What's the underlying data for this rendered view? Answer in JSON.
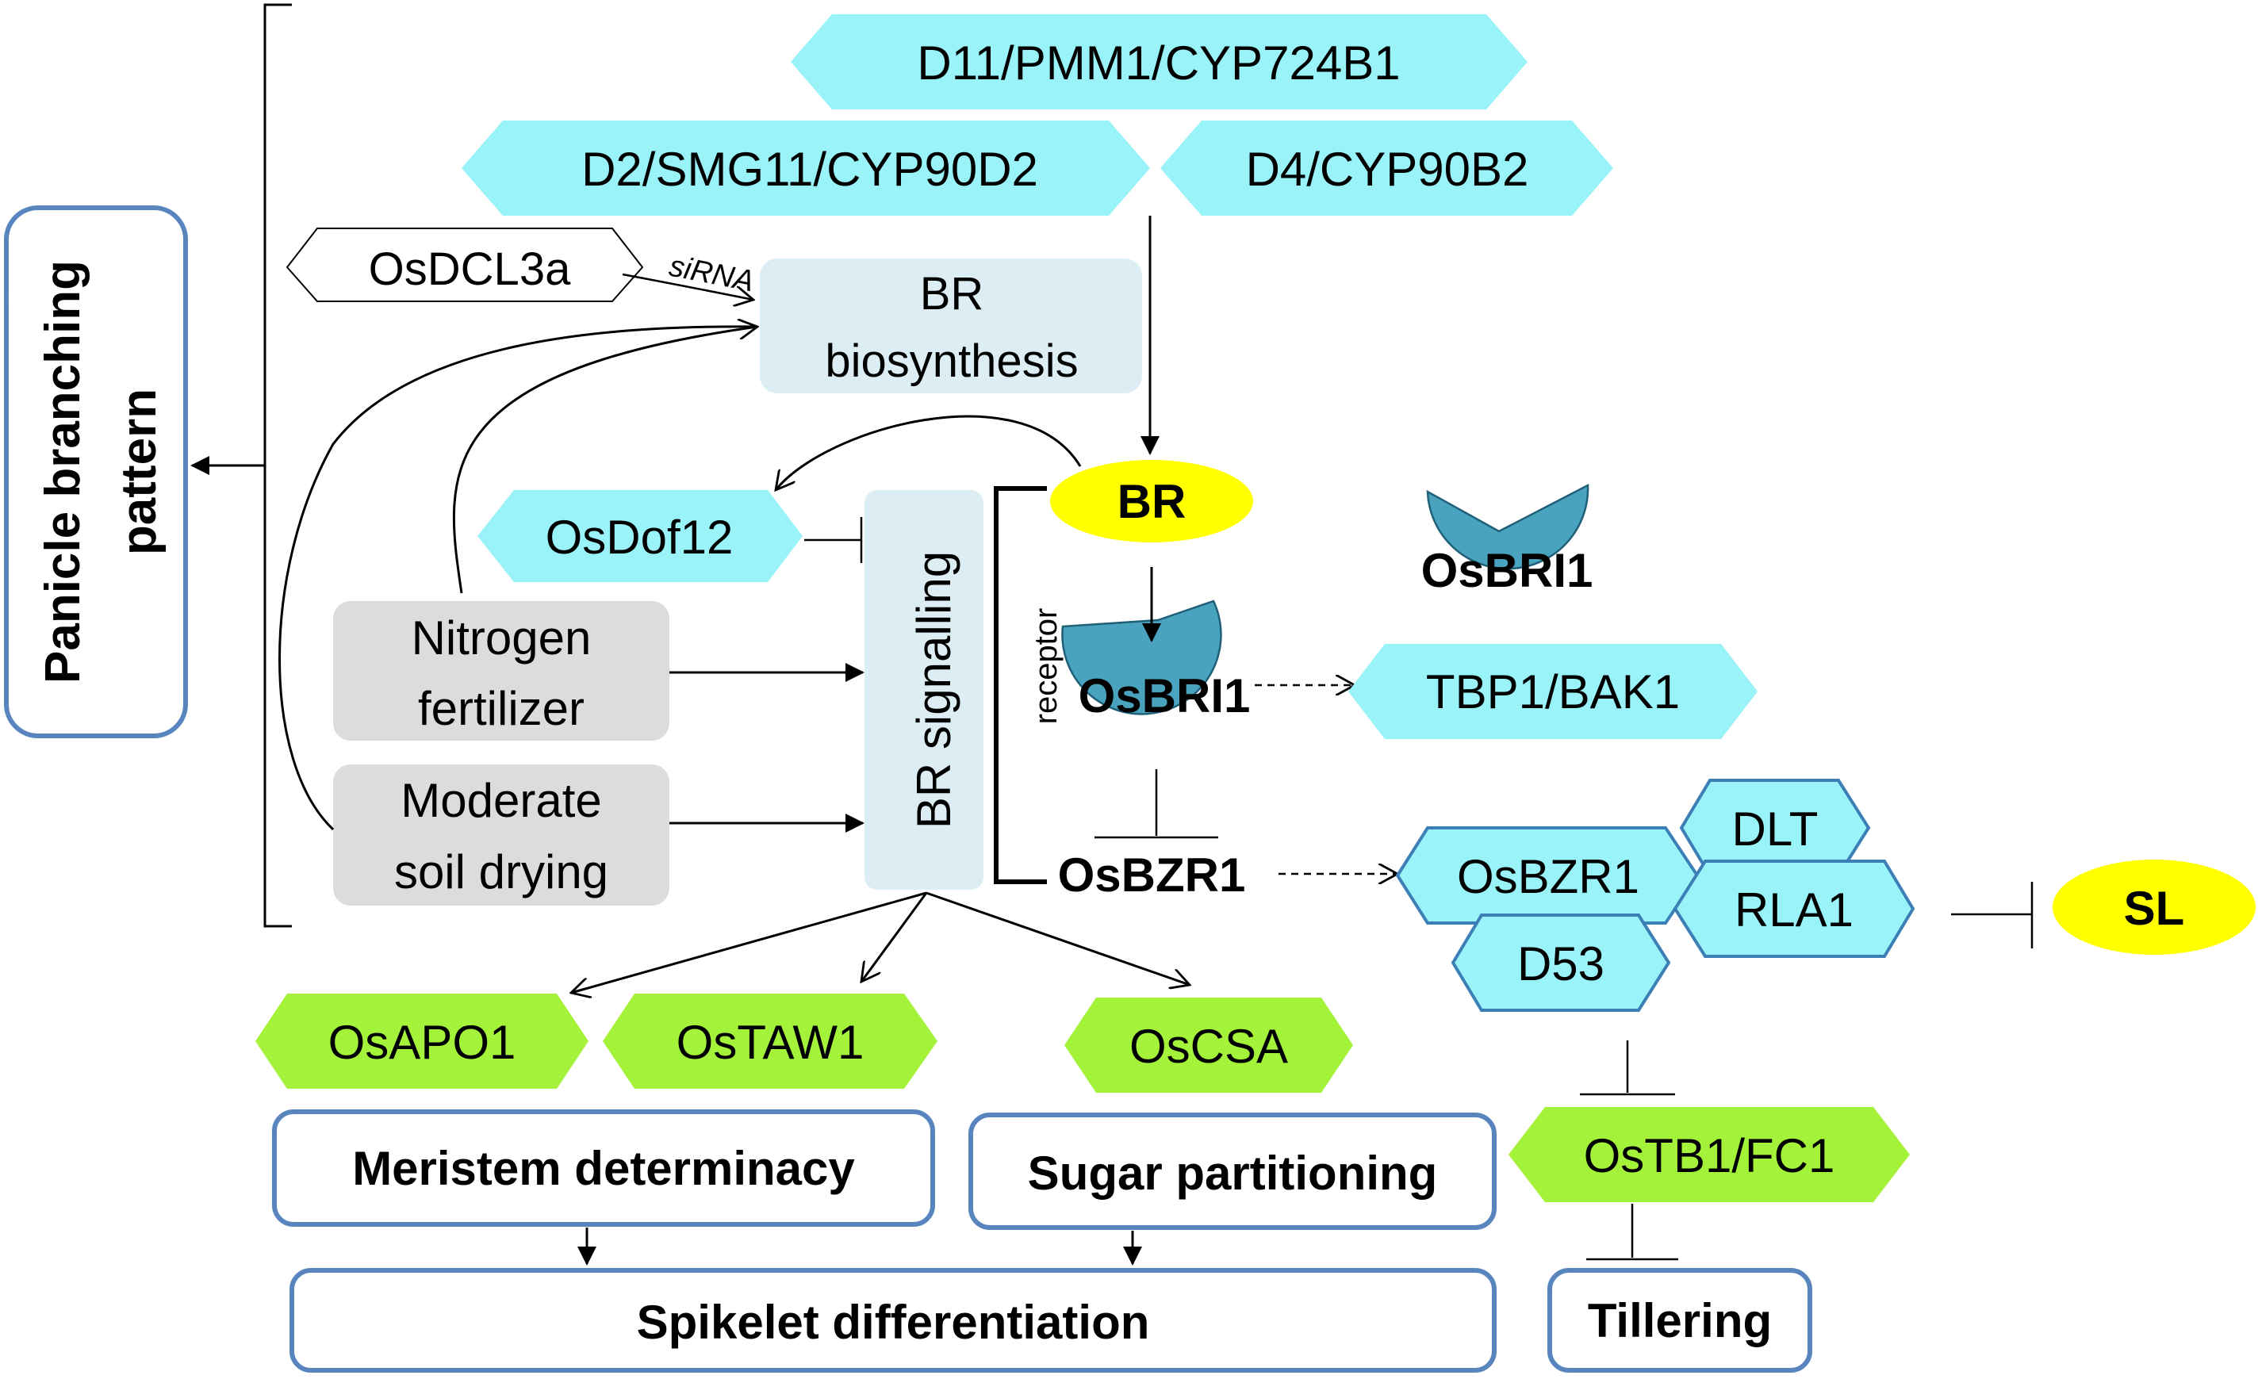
{
  "nodes": {
    "d11": "D11/PMM1/CYP724B1",
    "d2": "D2/SMG11/CYP90D2",
    "d4": "D4/CYP90B2",
    "osdcl3a": "OsDCL3a",
    "sirna": "siRNA",
    "br_biosynthesis_line1": "BR",
    "br_biosynthesis_line2": "biosynthesis",
    "br": "BR",
    "osdof12": "OsDof12",
    "br_signalling": "BR signalling",
    "nitrogen_line1": "Nitrogen",
    "nitrogen_line2": "fertilizer",
    "soil_line1": "Moderate",
    "soil_line2": "soil drying",
    "receptor": "receptor",
    "osbri1_bound": "OsBRI1",
    "osbri1_free": "OsBRI1",
    "tbp1": "TBP1/BAK1",
    "osbzr1": "OsBZR1",
    "osbzr1_complex": "OsBZR1",
    "dlt": "DLT",
    "rla1": "RLA1",
    "d53": "D53",
    "sl": "SL",
    "osapo1": "OsAPO1",
    "ostaw1": "OsTAW1",
    "oscsa": "OsCSA",
    "meristem": "Meristem determinacy",
    "sugar": "Sugar partitioning",
    "spikelet": "Spikelet differentiation",
    "ostb1": "OsTB1/FC1",
    "tillering": "Tillering",
    "panicle_line1": "Panicle branching",
    "panicle_line2": "pattern"
  },
  "colors": {
    "cyan": "#99F3F8",
    "green": "#A4F23A",
    "yellow": "#FFFF00",
    "teal": "#4AA3BE",
    "light_blue_box": "#DCEEF4",
    "grey_box": "#DCDCDC",
    "border_blue": "#5885BE",
    "hex_border": "#3C7FB7"
  }
}
